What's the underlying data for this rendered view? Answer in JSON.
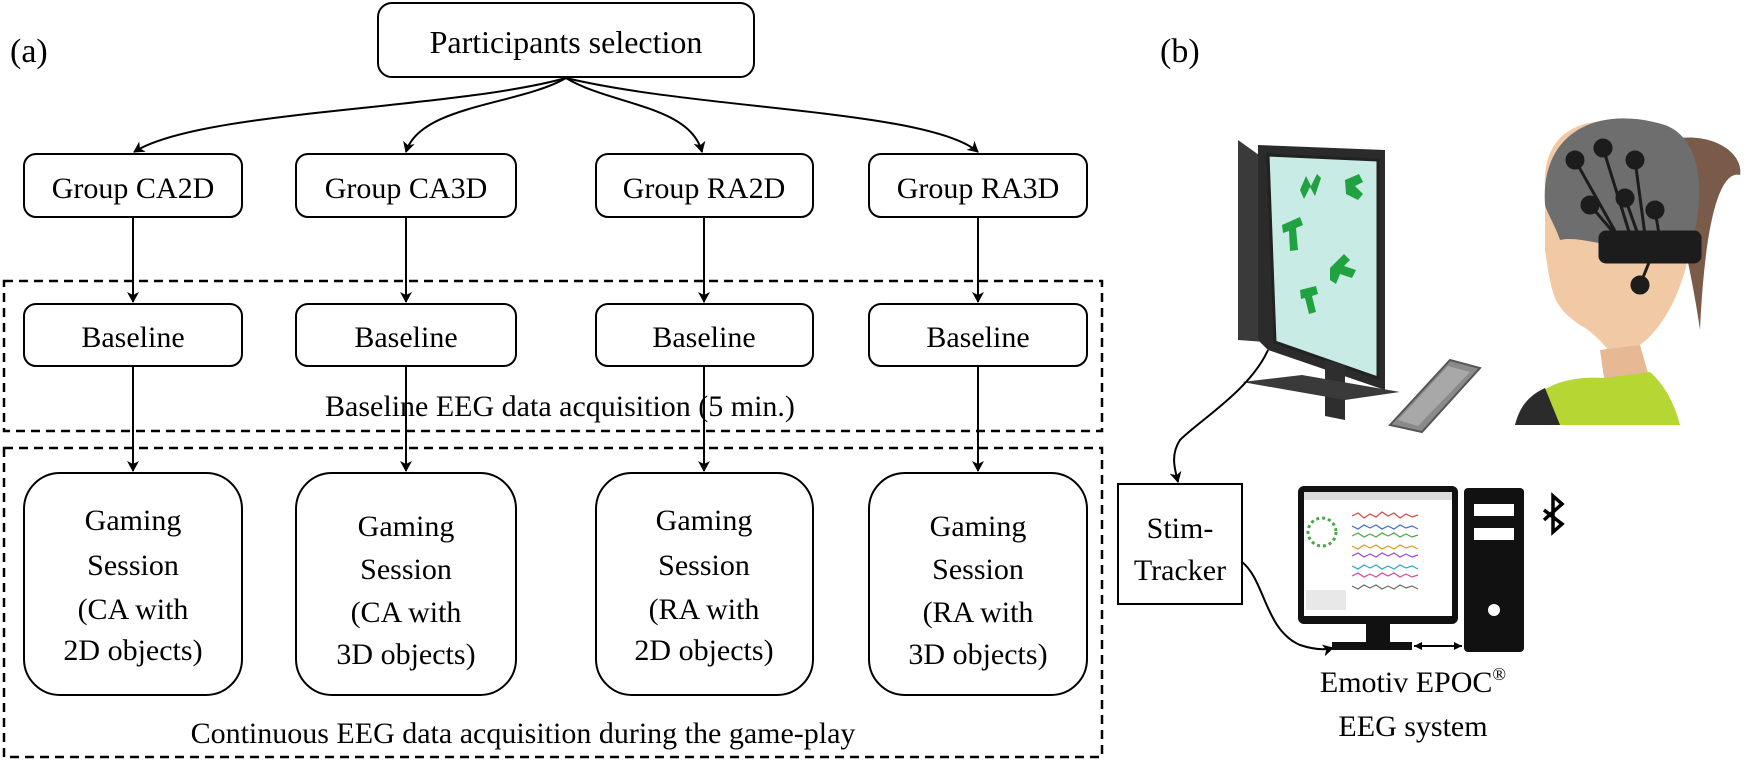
{
  "panel_a": {
    "label": "(a)",
    "top_box": "Participants selection",
    "groups": [
      "Group CA2D",
      "Group CA3D",
      "Group RA2D",
      "Group RA3D"
    ],
    "baseline_label": "Baseline",
    "baseline_caption": "Baseline EEG data acquisition (5 min.)",
    "sessions": [
      [
        "Gaming",
        "Session",
        "(CA with",
        "2D objects)"
      ],
      [
        "Gaming",
        "Session",
        "(CA with",
        "3D objects)"
      ],
      [
        "Gaming",
        "Session",
        "(RA with",
        "2D objects)"
      ],
      [
        "Gaming",
        "Session",
        "(RA with",
        "3D objects)"
      ]
    ],
    "continuous_caption": "Continuous EEG data acquisition during the game-play"
  },
  "panel_b": {
    "label": "(b)",
    "stimtracker_lines": [
      "Stim-",
      "Tracker"
    ],
    "emotiv_name": "Emotiv EPOC",
    "emotiv_mark": "®",
    "emotiv_system": "EEG system",
    "colors": {
      "screen": "#c9ebe6",
      "glyph_green": "#1fa23f",
      "headset": "#1c1c1c",
      "shirt": "#b5d633",
      "skin": "#f1c9a5",
      "hair": "#7a5a48"
    }
  }
}
